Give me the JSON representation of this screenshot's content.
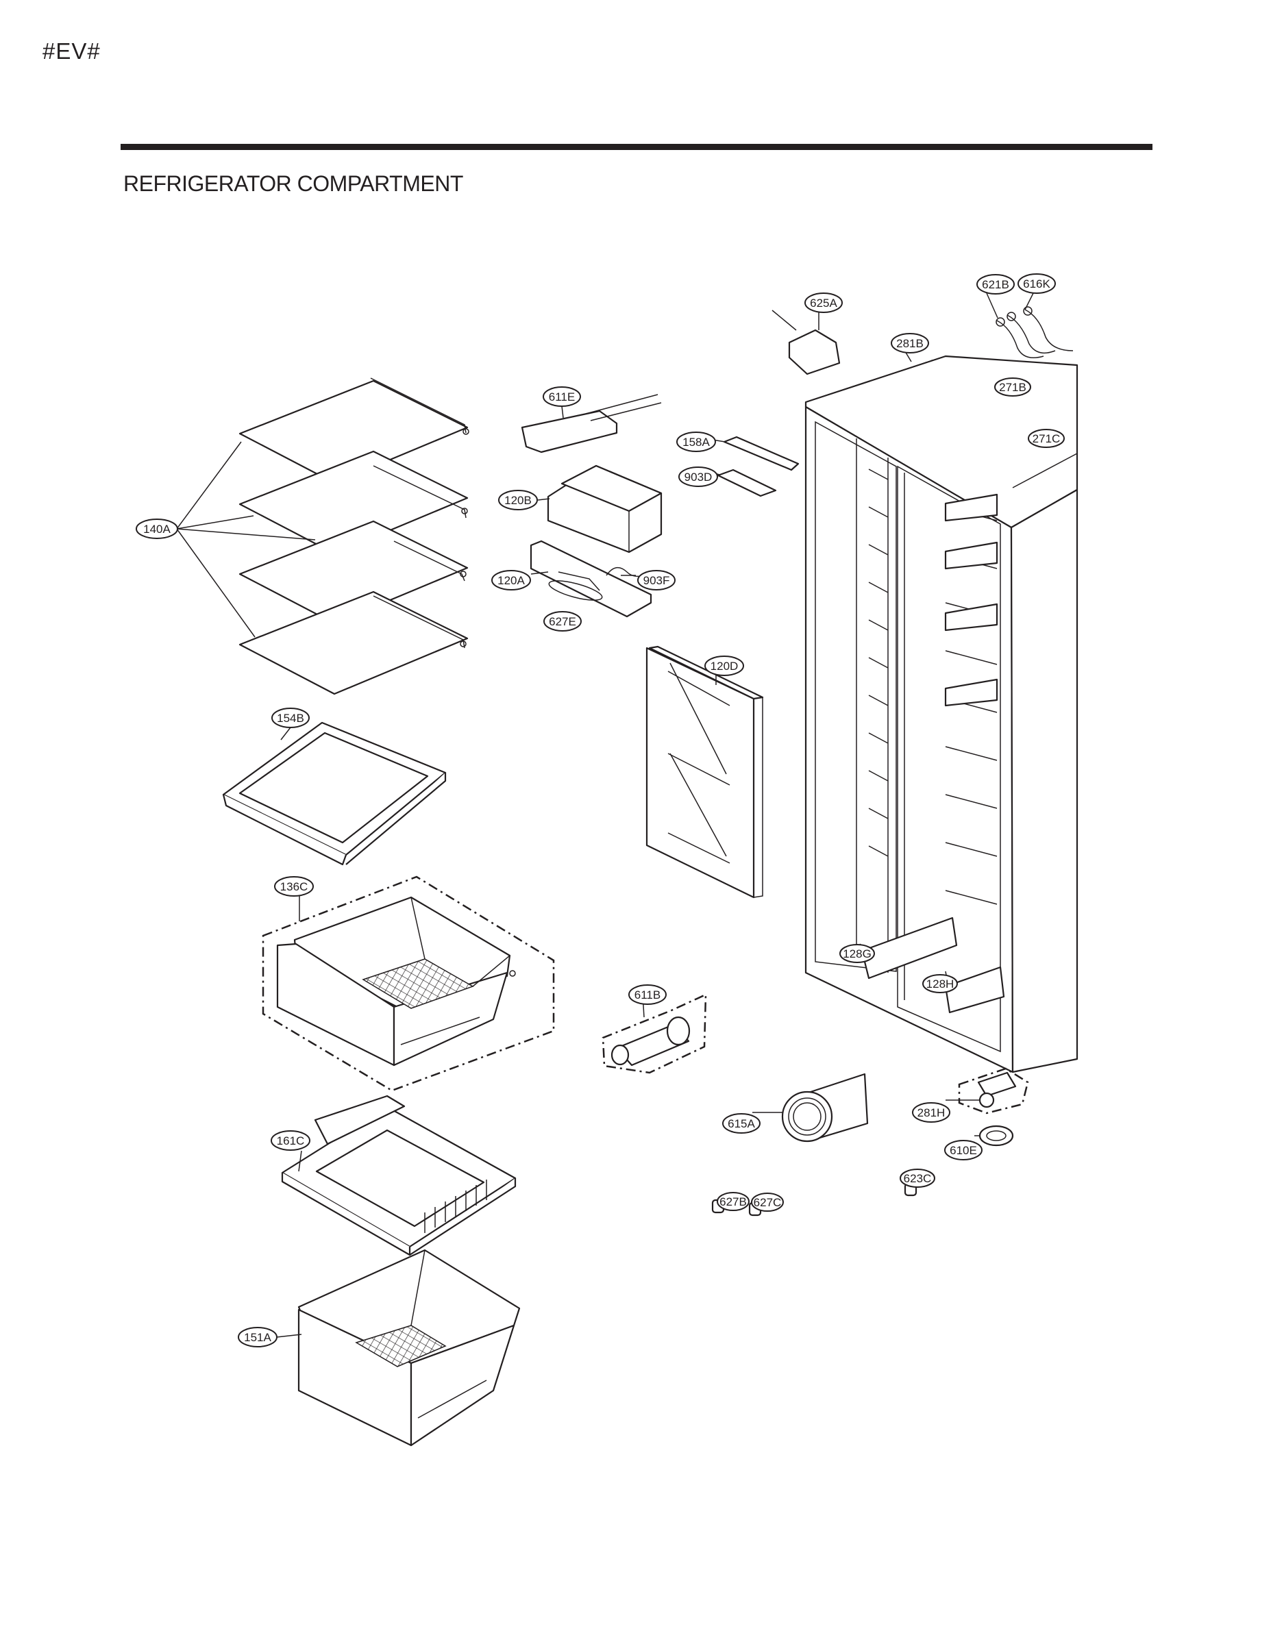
{
  "page": {
    "tag": "#EV#",
    "title": "REFRIGERATOR COMPARTMENT"
  },
  "callouts": [
    {
      "id": "140A",
      "label": "140A"
    },
    {
      "id": "154B",
      "label": "154B"
    },
    {
      "id": "136C",
      "label": "136C"
    },
    {
      "id": "161C",
      "label": "161C"
    },
    {
      "id": "151A",
      "label": "151A"
    },
    {
      "id": "611E",
      "label": "611E"
    },
    {
      "id": "120B",
      "label": "120B"
    },
    {
      "id": "120A",
      "label": "120A"
    },
    {
      "id": "903F",
      "label": "903F"
    },
    {
      "id": "627E",
      "label": "627E"
    },
    {
      "id": "158A",
      "label": "158A"
    },
    {
      "id": "903D",
      "label": "903D"
    },
    {
      "id": "120D",
      "label": "120D"
    },
    {
      "id": "611B",
      "label": "611B"
    },
    {
      "id": "615A",
      "label": "615A"
    },
    {
      "id": "627B",
      "label": "627B"
    },
    {
      "id": "627C",
      "label": "627C"
    },
    {
      "id": "625A",
      "label": "625A"
    },
    {
      "id": "621B",
      "label": "621B"
    },
    {
      "id": "616K",
      "label": "616K"
    },
    {
      "id": "281B",
      "label": "281B"
    },
    {
      "id": "271B",
      "label": "271B"
    },
    {
      "id": "271C",
      "label": "271C"
    },
    {
      "id": "128G",
      "label": "128G"
    },
    {
      "id": "128H",
      "label": "128H"
    },
    {
      "id": "281H",
      "label": "281H"
    },
    {
      "id": "610E",
      "label": "610E"
    },
    {
      "id": "623C",
      "label": "623C"
    }
  ]
}
